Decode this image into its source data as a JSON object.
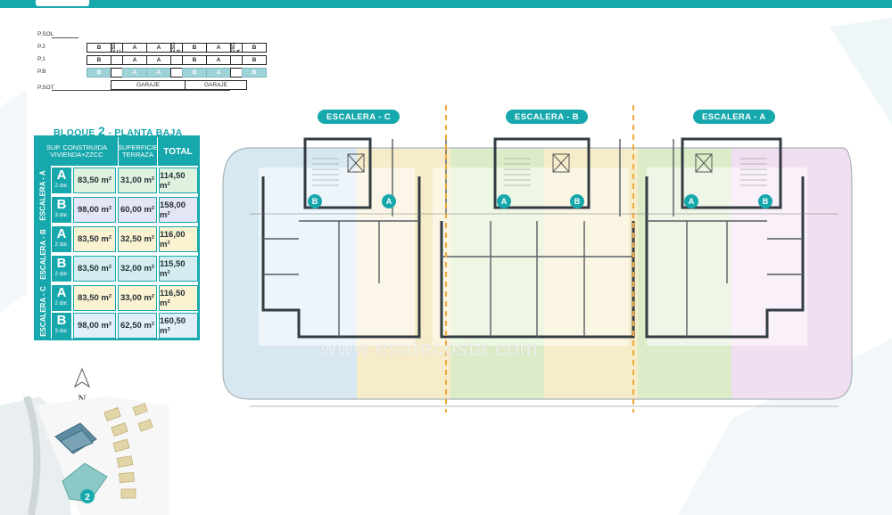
{
  "section": {
    "floors": [
      "P.SOL",
      "P.2",
      "P.1",
      "P.B",
      "P.SOT"
    ],
    "row_p2": [
      "B",
      "ESC-C",
      "A",
      "A",
      "ESC-B",
      "B",
      "A",
      "ESC-A",
      "B"
    ],
    "row_p1": [
      "B",
      "A",
      "A",
      "B",
      "A",
      "B"
    ],
    "row_pb": [
      "B",
      "A",
      "A",
      "B",
      "A",
      "B"
    ],
    "garage": [
      "GARAJE",
      "GARAJE"
    ]
  },
  "bloque": {
    "prefix": "BLOQUE",
    "number": "2",
    "suffix": "- PLANTA BAJA"
  },
  "summary": {
    "col_sup_line1": "SUP. CONSTRUIDA",
    "col_sup_line2": "VIVIENDA+ZZCC",
    "col_terr_line1": "SUPERFICIE",
    "col_terr_line2": "TERRAZA",
    "col_total": "TOTAL",
    "groups": [
      {
        "label": "ESCALERA - A",
        "rows": [
          {
            "type": "A",
            "dor": "2 dor.",
            "sup": "83,50 m²",
            "terr": "31,00 m²",
            "total": "114,50 m²"
          },
          {
            "type": "B",
            "dor": "3 dor.",
            "sup": "98,00 m²",
            "terr": "60,00 m²",
            "total": "158,00 m²"
          }
        ]
      },
      {
        "label": "ESCALERA - B",
        "rows": [
          {
            "type": "A",
            "dor": "2 dor.",
            "sup": "83,50 m²",
            "terr": "32,50 m²",
            "total": "116,00 m²"
          },
          {
            "type": "B",
            "dor": "2 dor.",
            "sup": "83,50 m²",
            "terr": "32,00 m²",
            "total": "115,50 m²"
          }
        ]
      },
      {
        "label": "ESCALERA - C",
        "rows": [
          {
            "type": "A",
            "dor": "2 dor.",
            "sup": "83,50 m²",
            "terr": "33,00 m²",
            "total": "116,50 m²"
          },
          {
            "type": "B",
            "dor": "3 dor.",
            "sup": "98,00 m²",
            "terr": "62,50 m²",
            "total": "160,50 m²"
          }
        ]
      }
    ]
  },
  "row_colors": [
    "#dff1df",
    "#e5e6f5",
    "#fbf2d2",
    "#d4edf1",
    "#fbf2d2",
    "#e2eefa"
  ],
  "plan": {
    "escaleras": [
      "ESCALERA - C",
      "ESCALERA - B",
      "ESCALERA - A"
    ],
    "unit_colors": [
      "#d3e6f2",
      "#f6ecc9",
      "#dcecc9",
      "#f6ecc9",
      "#dcecc9",
      "#f0daf0"
    ],
    "unit_badges": [
      "B",
      "A",
      "A",
      "B",
      "A",
      "B"
    ]
  },
  "compass_label": "N",
  "map_badge": "2",
  "watermark": "www.esatecosta.com"
}
